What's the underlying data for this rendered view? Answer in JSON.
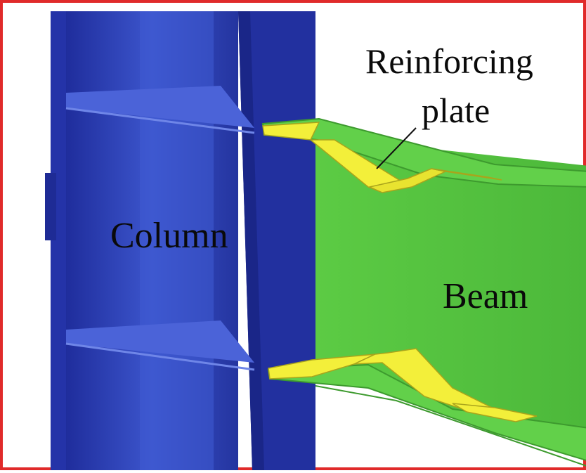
{
  "labels": {
    "reinforcing_line1": "Reinforcing",
    "reinforcing_line2": "plate",
    "column": "Column",
    "beam": "Beam"
  },
  "colors": {
    "border": "#e02a2a",
    "column": "#2c3fb8",
    "beam": "#5cc642",
    "plate": "#f3ef3a"
  }
}
